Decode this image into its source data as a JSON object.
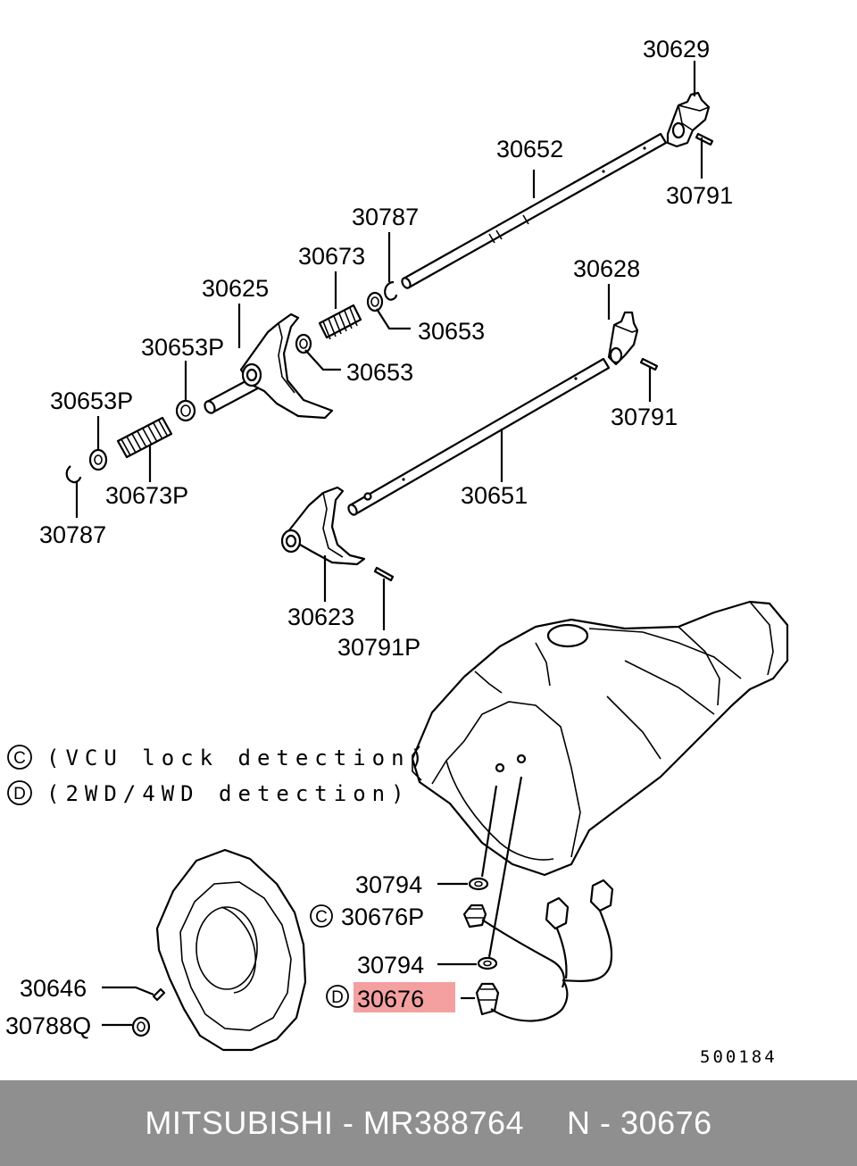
{
  "labels": {
    "p30629": "30629",
    "p30652": "30652",
    "p30791a": "30791",
    "p30787a": "30787",
    "p30673": "30673",
    "p30628": "30628",
    "p30625": "30625",
    "p30653a": "30653",
    "p30653Pa": "30653P",
    "p30653b": "30653",
    "p30791b": "30791",
    "p30653Pb": "30653P",
    "p30651": "30651",
    "p30673P": "30673P",
    "p30787b": "30787",
    "p30623": "30623",
    "p30791P": "30791P",
    "p30794a": "30794",
    "p30676P": "30676P",
    "p30794b": "30794",
    "p30676": "30676",
    "p30646": "30646",
    "p30788Q": "30788Q"
  },
  "notes": {
    "c_symbol": "C",
    "c_text": "(VCU lock detection)",
    "d_symbol": "D",
    "d_text": "(2WD/4WD detection)"
  },
  "markers": {
    "c": "C",
    "d": "D"
  },
  "reference_number": "500184",
  "highlight_color": "#f4a0a0",
  "footer": {
    "brand": "MITSUBISHI",
    "dash1": "-",
    "part_number": "MR388764",
    "n_label": "N",
    "dash2": "-",
    "diagram_code": "30676"
  }
}
